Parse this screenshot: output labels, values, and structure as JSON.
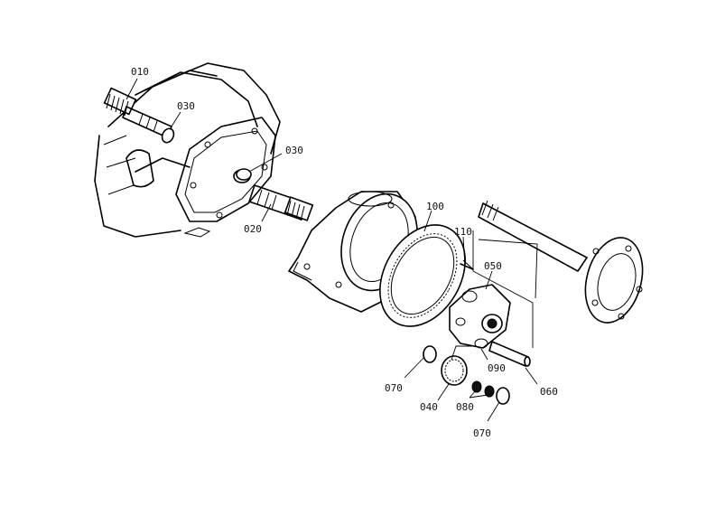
{
  "labels": {
    "p010": "010",
    "p030a": "030",
    "p030b": "030",
    "p020": "020",
    "p100": "100",
    "p110": "110",
    "p050": "050",
    "p060": "060",
    "p090": "090",
    "p070a": "070",
    "p040": "040",
    "p080": "080",
    "p070b": "070"
  }
}
